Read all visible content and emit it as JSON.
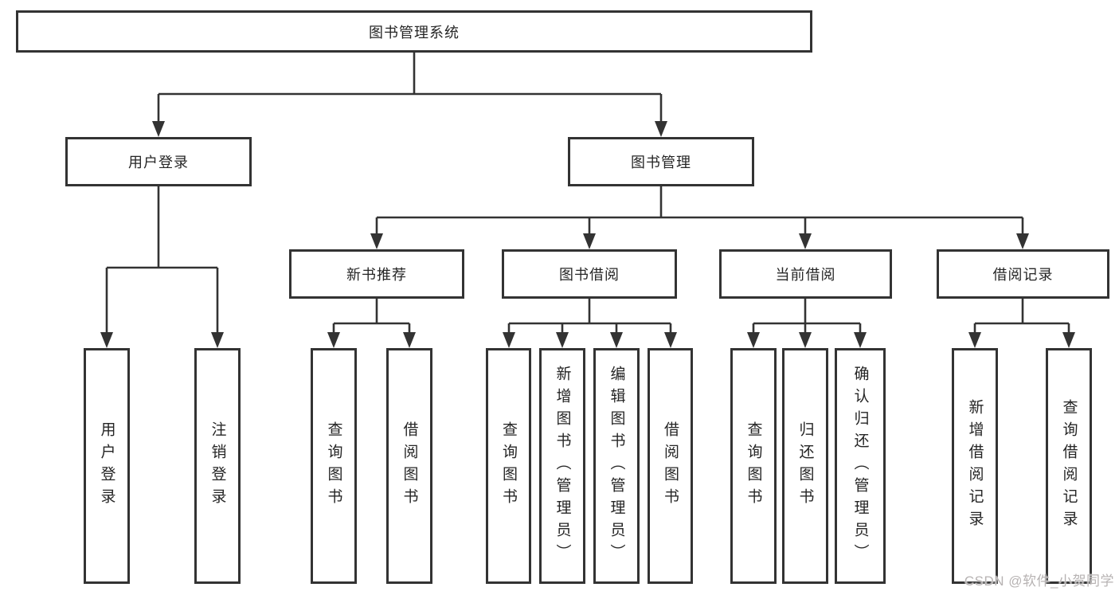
{
  "diagram_type": "functional-structure-chart",
  "tree": {
    "root": {
      "label": "图书管理系统",
      "children": [
        {
          "label": "用户登录",
          "children": [
            {
              "label": "用户登录"
            },
            {
              "label": "注销登录"
            }
          ]
        },
        {
          "label": "图书管理",
          "children": [
            {
              "label": "新书推荐",
              "children": [
                {
                  "label": "查询图书"
                },
                {
                  "label": "借阅图书"
                }
              ]
            },
            {
              "label": "图书借阅",
              "children": [
                {
                  "label": "查询图书"
                },
                {
                  "label": "新增图书（管理员）"
                },
                {
                  "label": "编辑图书（管理员）"
                },
                {
                  "label": "借阅图书"
                }
              ]
            },
            {
              "label": "当前借阅",
              "children": [
                {
                  "label": "查询图书"
                },
                {
                  "label": "归还图书"
                },
                {
                  "label": "确认归还（管理员）"
                }
              ]
            },
            {
              "label": "借阅记录",
              "children": [
                {
                  "label": "新增借阅记录"
                },
                {
                  "label": "查询借阅记录"
                }
              ]
            }
          ]
        }
      ]
    }
  },
  "watermark": {
    "text": "CSDN @软件_小贺同学"
  },
  "colors": {
    "line": "#333333",
    "box_border": "#333333",
    "text": "#252525",
    "watermark": "#b7b3b3",
    "background": "#ffffff"
  }
}
